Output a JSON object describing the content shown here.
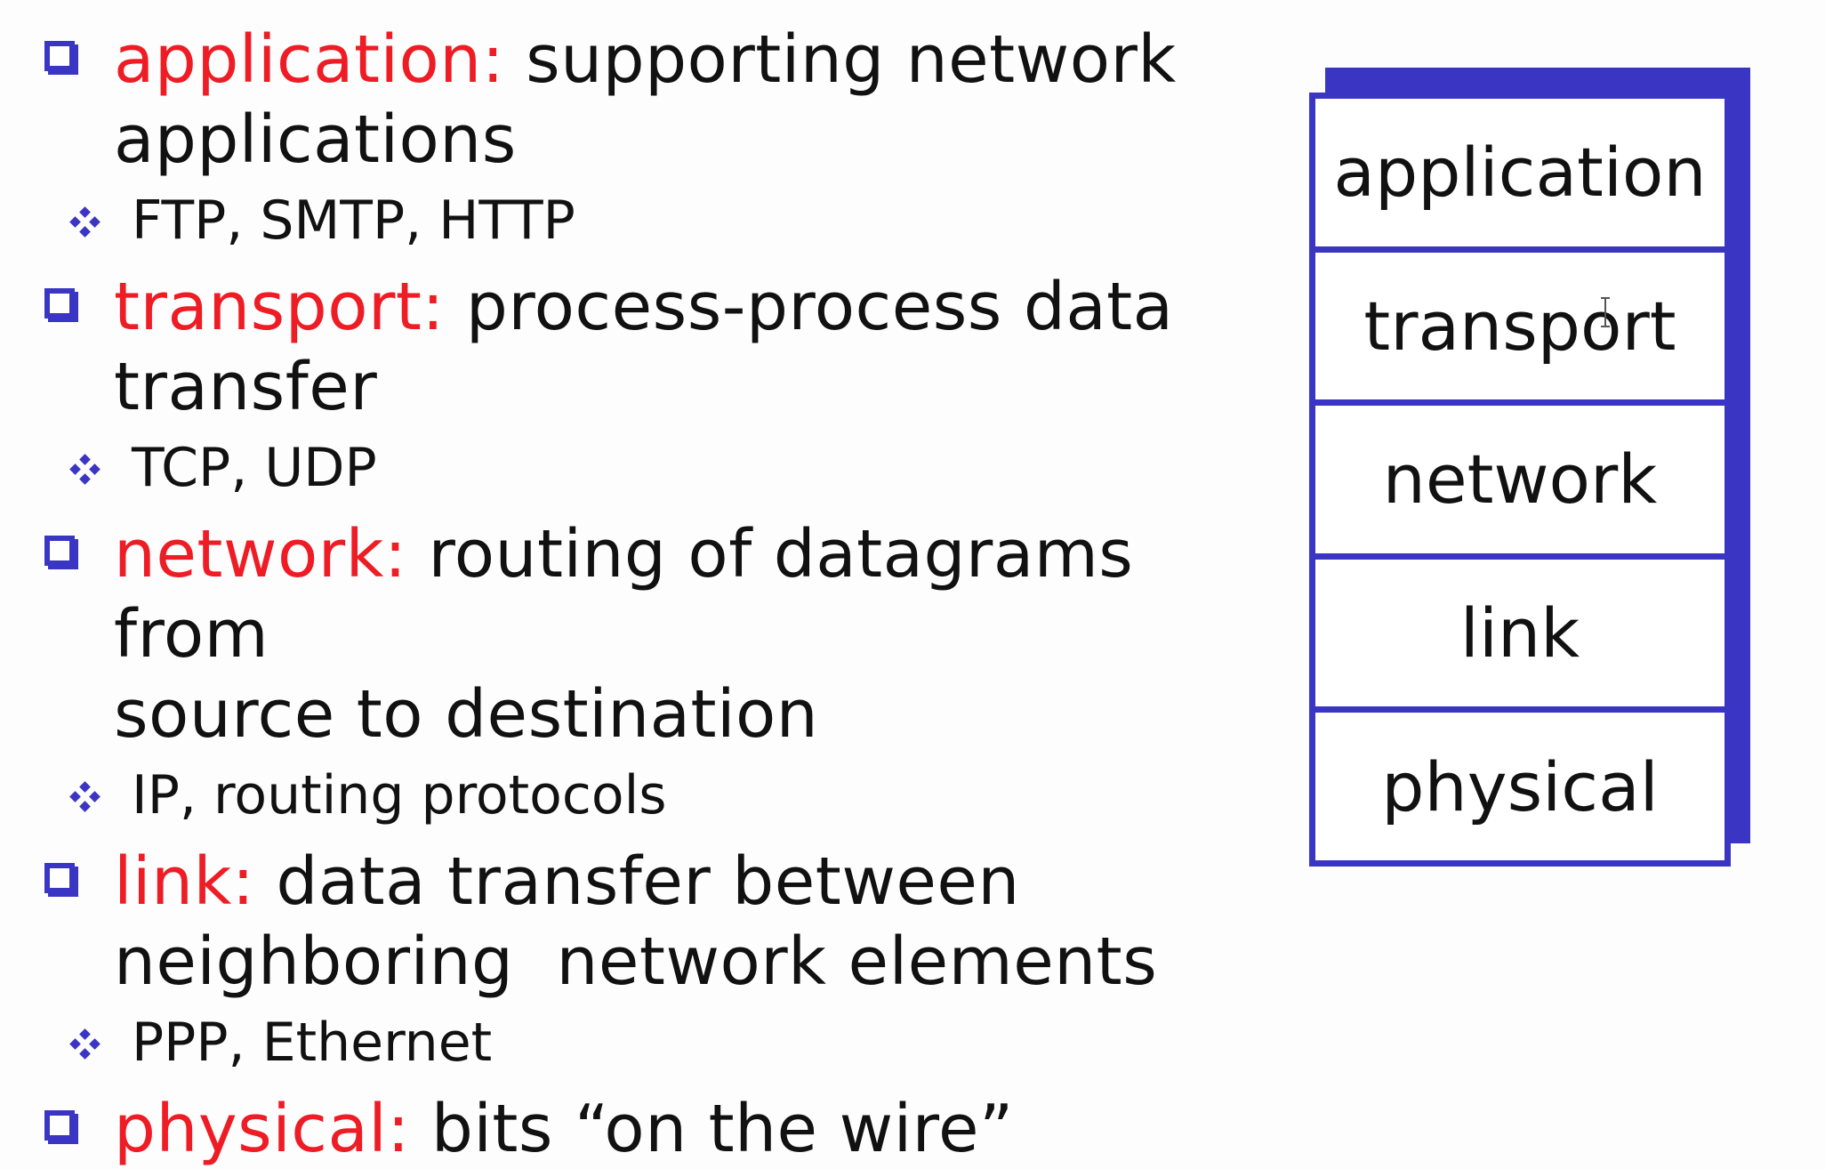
{
  "bullets": [
    {
      "keyword": "application:",
      "description": "supporting network",
      "continuation": "applications",
      "examples": "FTP, SMTP, HTTP"
    },
    {
      "keyword": "transport:",
      "description": "process-process data",
      "continuation": "transfer",
      "examples": "TCP, UDP"
    },
    {
      "keyword": "network:",
      "description": "routing of datagrams from",
      "continuation": "source to destination",
      "examples": "IP, routing protocols"
    },
    {
      "keyword": "link:",
      "description": "data transfer between",
      "continuation": "neighboring  network elements",
      "examples": "PPP, Ethernet"
    },
    {
      "keyword": "physical:",
      "description": "bits “on the wire”"
    }
  ],
  "stack": {
    "layers": [
      "application",
      "transport",
      "network",
      "link",
      "physical"
    ]
  },
  "colors": {
    "keyword": "#ee1c24",
    "accent": "#3b35c4"
  }
}
